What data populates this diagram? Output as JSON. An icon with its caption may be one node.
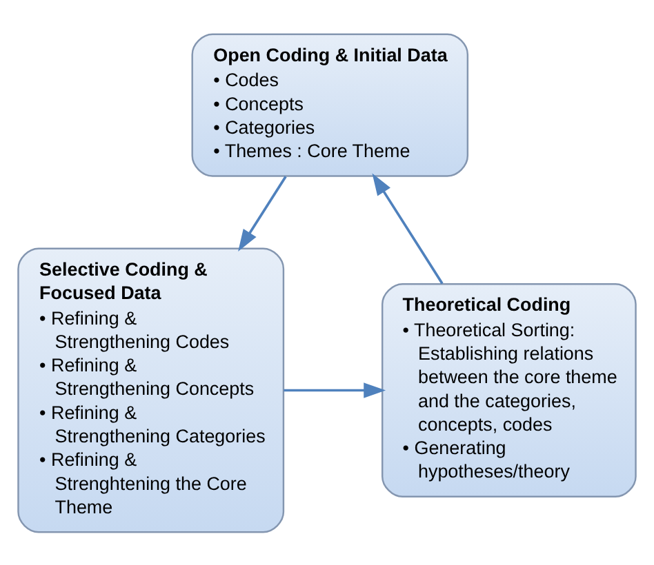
{
  "diagram": {
    "nodes": [
      {
        "text": [
          "Open Coding & Initial Data",
          "• Codes",
          "• Concepts",
          "• Categories",
          "• Themes : Core Theme"
        ]
      },
      {
        "text": [
          "Selective Coding & Focused Data",
          "• Refining & Strengthening Codes",
          "• Refining & Strengthening Concepts",
          "• Refining & Strengthening Categories",
          "• Refining & Strenghtening the Core Theme"
        ]
      },
      {
        "text": [
          "Theoretical Coding",
          "• Theoretical Sorting: Establishing relations between the core theme and the categories, concepts, codes",
          "• Generating hypotheses/theory"
        ]
      }
    ],
    "edges": [
      {
        "from": 0,
        "to": 1,
        "arrow": "to"
      },
      {
        "from": 1,
        "to": 2,
        "arrow": "to"
      },
      {
        "from": 2,
        "to": 0,
        "arrow": "to"
      }
    ]
  }
}
